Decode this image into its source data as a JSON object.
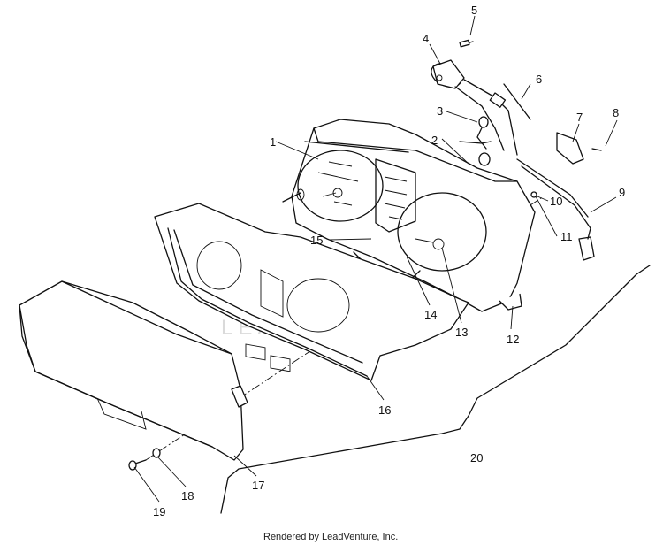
{
  "footer_text": "Rendered by LeadVenture, Inc.",
  "watermark_text": "LEADVENTURE",
  "callouts": [
    "1",
    "2",
    "3",
    "4",
    "5",
    "6",
    "7",
    "8",
    "9",
    "10",
    "11",
    "12",
    "13",
    "14",
    "15",
    "16",
    "17",
    "18",
    "19",
    "20"
  ]
}
